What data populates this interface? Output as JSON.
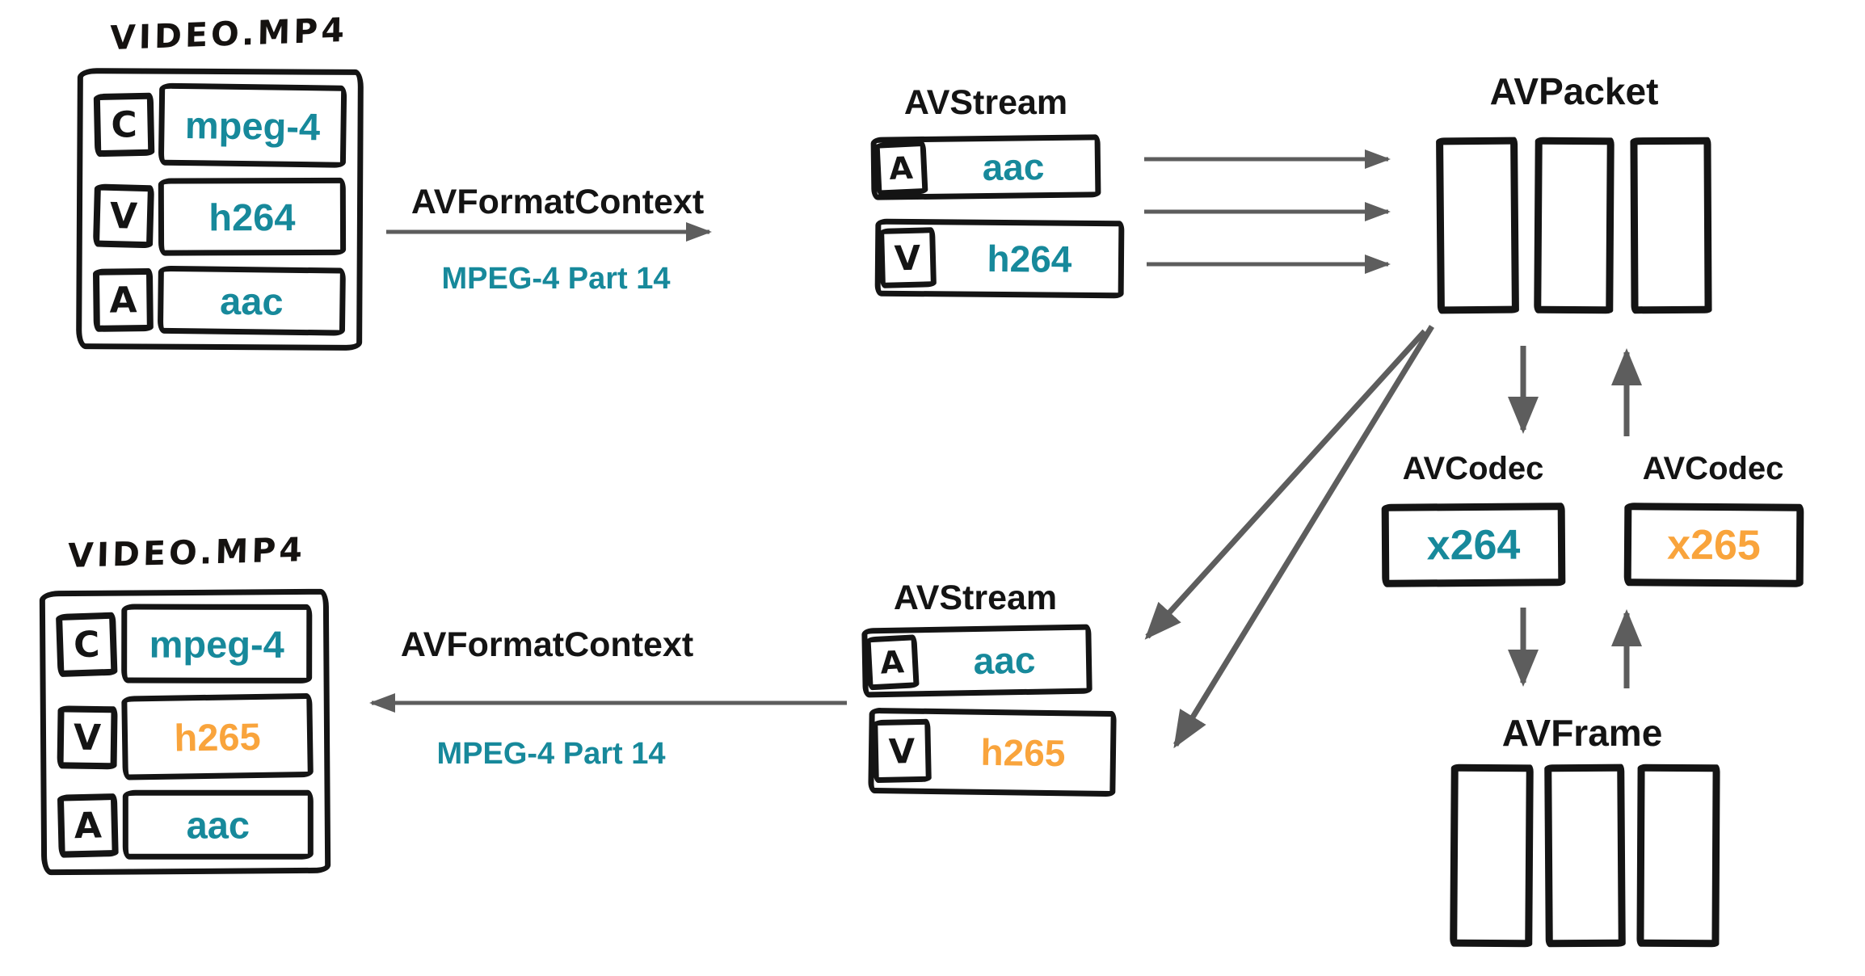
{
  "colors": {
    "teal": "#17899B",
    "orange": "#F9A43C",
    "ink": "#141414",
    "arrow": "#5D5D5D"
  },
  "top_flow": {
    "file": {
      "title": "VIDEO.MP4",
      "rows": [
        {
          "badge": "C",
          "value": "mpeg-4"
        },
        {
          "badge": "V",
          "value": "h264"
        },
        {
          "badge": "A",
          "value": "aac"
        }
      ]
    },
    "format_context": {
      "label": "AVFormatContext",
      "sublabel": "MPEG-4 Part 14"
    },
    "stream": {
      "label": "AVStream",
      "rows": [
        {
          "badge": "A",
          "value": "aac"
        },
        {
          "badge": "V",
          "value": "h264"
        }
      ]
    }
  },
  "packet": {
    "label": "AVPacket",
    "slots": 3
  },
  "codecs": {
    "decoder": {
      "label": "AVCodec",
      "value": "x264"
    },
    "encoder": {
      "label": "AVCodec",
      "value": "x265"
    }
  },
  "frame": {
    "label": "AVFrame",
    "slots": 3
  },
  "bottom_flow": {
    "stream": {
      "label": "AVStream",
      "rows": [
        {
          "badge": "A",
          "value": "aac"
        },
        {
          "badge": "V",
          "value": "h265"
        }
      ]
    },
    "format_context": {
      "label": "AVFormatContext",
      "sublabel": "MPEG-4 Part 14"
    },
    "file": {
      "title": "VIDEO.MP4",
      "rows": [
        {
          "badge": "C",
          "value": "mpeg-4"
        },
        {
          "badge": "V",
          "value": "h265"
        },
        {
          "badge": "A",
          "value": "aac"
        }
      ]
    }
  }
}
